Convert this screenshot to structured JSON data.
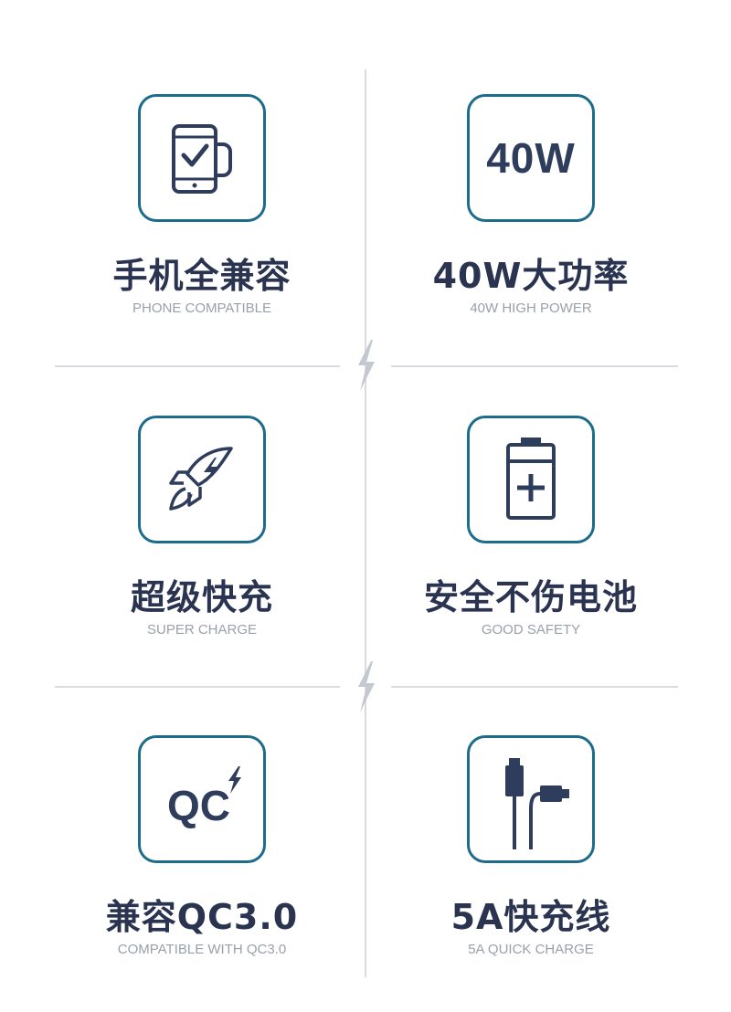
{
  "colors": {
    "frame": "#1d6c8b",
    "icon": "#2f3d5c",
    "title": "#2a3450",
    "subtitle": "#9aa0aa",
    "divider": "#d9dbe0"
  },
  "features": [
    {
      "icon": "phone-mug-icon",
      "icon_text": "",
      "title": "手机全兼容",
      "subtitle": "PHONE COMPATIBLE"
    },
    {
      "icon": "40w-text-icon",
      "icon_text": "40W",
      "title": "40W大功率",
      "subtitle": "40W HIGH POWER"
    },
    {
      "icon": "rocket-icon",
      "icon_text": "",
      "title": "超级快充",
      "subtitle": "SUPER CHARGE"
    },
    {
      "icon": "battery-icon",
      "icon_text": "",
      "title": "安全不伤电池",
      "subtitle": "GOOD SAFETY"
    },
    {
      "icon": "qc-icon",
      "icon_text": "QC",
      "title": "兼容QC3.0",
      "subtitle": "COMPATIBLE WITH QC3.0"
    },
    {
      "icon": "cable-icon",
      "icon_text": "",
      "title": "5A快充线",
      "subtitle": "5A QUICK CHARGE"
    }
  ]
}
